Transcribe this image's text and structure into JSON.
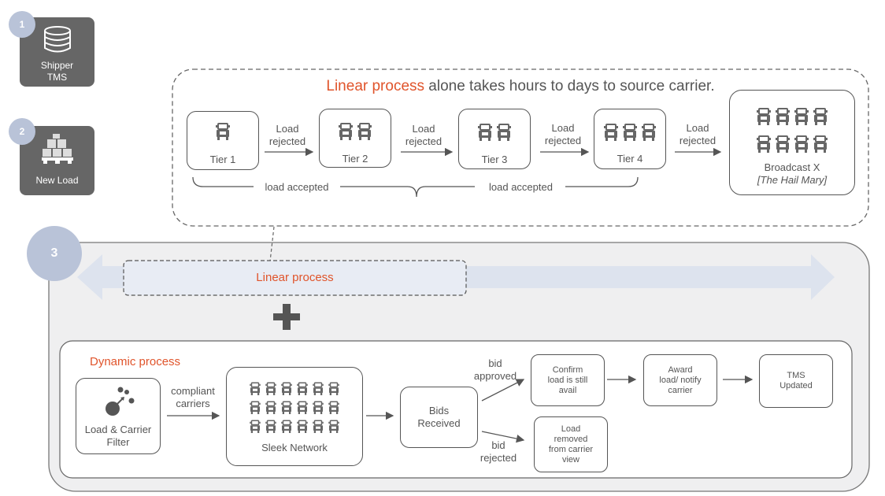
{
  "steps": {
    "step1": {
      "number": "1",
      "label_line1": "Shipper",
      "label_line2": "TMS",
      "icon": "database-icon"
    },
    "step2": {
      "number": "2",
      "label": "New Load",
      "icon": "pallet-boxes-icon"
    },
    "step3": {
      "number": "3"
    }
  },
  "linear_panel": {
    "title_highlight": "Linear process",
    "title_rest": " alone takes hours to days to source carrier.",
    "tiers": [
      {
        "label": "Tier 1",
        "trucks": 1
      },
      {
        "label": "Tier 2",
        "trucks": 2
      },
      {
        "label": "Tier 3",
        "trucks": 2
      },
      {
        "label": "Tier 4",
        "trucks": 3
      }
    ],
    "arrow_label_line1": "Load",
    "arrow_label_line2": "rejected",
    "broadcast_line1": "Broadcast X",
    "broadcast_line2": "[The Hail Mary]",
    "accepted_left": "load accepted",
    "accepted_right": "load accepted"
  },
  "middle": {
    "linear_process_label": "Linear process",
    "plus_symbol": "+"
  },
  "dynamic_panel": {
    "title": "Dynamic process",
    "filter_line1": "Load & Carrier",
    "filter_line2": "Filter",
    "compliant_line1": "compliant",
    "compliant_line2": "carriers",
    "network_label": "Sleek Network",
    "bids_line1": "Bids",
    "bids_line2": "Received",
    "bid_approved_line1": "bid",
    "bid_approved_line2": "approved",
    "bid_rejected_line1": "bid",
    "bid_rejected_line2": "rejected",
    "confirm_lines": [
      "Confirm",
      "load is still",
      "avail"
    ],
    "award_lines": [
      "Award",
      "load/ notify",
      "carrier"
    ],
    "tms_lines": [
      "TMS",
      "Updated"
    ],
    "removed_lines": [
      "Load",
      "removed",
      "from carrier",
      "view"
    ]
  },
  "colors": {
    "accent_orange": "#e0542b",
    "step_circle": "#b9c3d8",
    "dark_tile": "#666666",
    "panel_fill": "#efeff0",
    "arrow_band": "#dde3ee"
  }
}
